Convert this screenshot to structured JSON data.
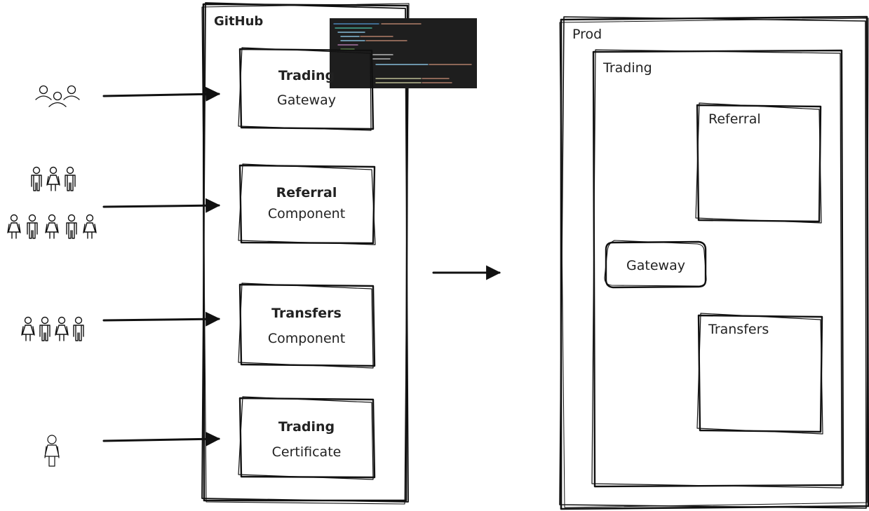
{
  "colors": {
    "ink": "#111111",
    "code_bg": "#1e1e1e"
  },
  "github": {
    "title": "GitHub",
    "boxes": [
      {
        "title": "Trading",
        "subtitle": "Gateway"
      },
      {
        "title": "Referral",
        "subtitle": "Component"
      },
      {
        "title": "Transfers",
        "subtitle": "Component"
      },
      {
        "title": "Trading",
        "subtitle": "Certificate"
      }
    ]
  },
  "actors": [
    {
      "icon": "user-group-icon"
    },
    {
      "icon": "large-team-icon"
    },
    {
      "icon": "small-team-icon"
    },
    {
      "icon": "single-person-icon"
    }
  ],
  "prod": {
    "title": "Prod",
    "trading": {
      "title": "Trading",
      "referral": "Referral",
      "gateway": "Gateway",
      "transfers": "Transfers"
    }
  }
}
